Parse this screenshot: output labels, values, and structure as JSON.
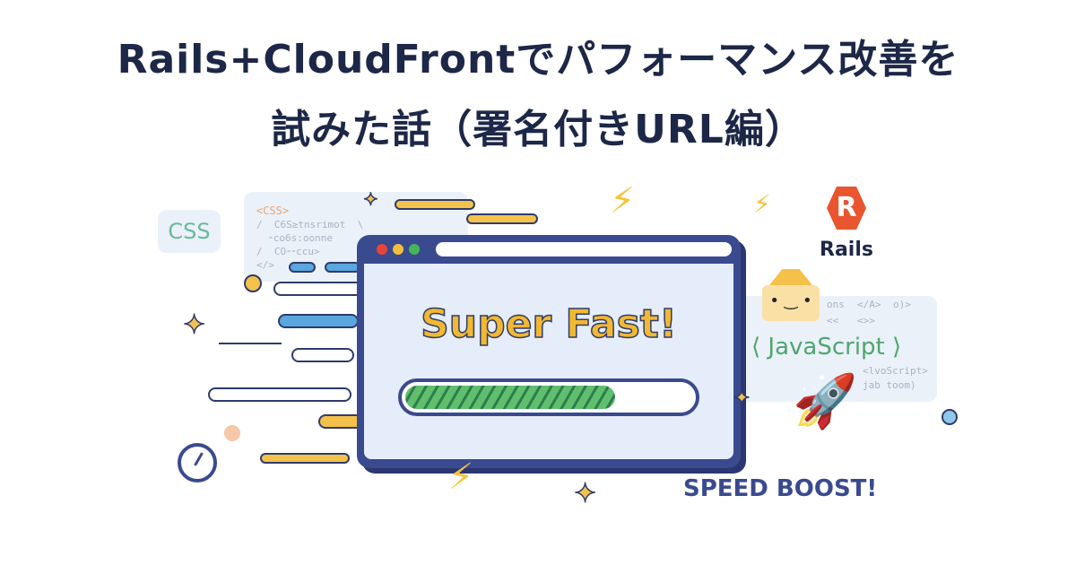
{
  "title": {
    "line1": "Rails+CloudFrontでパフォーマンス改善を",
    "line2": "試みた話（署名付きURL編）"
  },
  "illustration": {
    "css_badge": "CSS",
    "css_code": {
      "tag": "<CSS>",
      "lines": [
        "/  C6S≥tnsrimot  \\",
        "  ⁃co6s:oonne",
        "/  CO⁃⁃ccu>",
        "</>"
      ]
    },
    "js_label": "⟨ JavaScript ⟩",
    "js_code": [
      "ons",
      "</A>",
      "o)>",
      "<<",
      "<>>",
      "<lvoScript>",
      "jab toom)"
    ],
    "rails_label": "Rails",
    "window": {
      "headline": "Super Fast!",
      "progress": 0.73
    },
    "speed_boost": "SPEED BOOST!"
  },
  "colors": {
    "title": "#1d2747",
    "frame": "#3a4a8f",
    "accent": "#f2c14e",
    "progress": "#5fbf6e"
  }
}
